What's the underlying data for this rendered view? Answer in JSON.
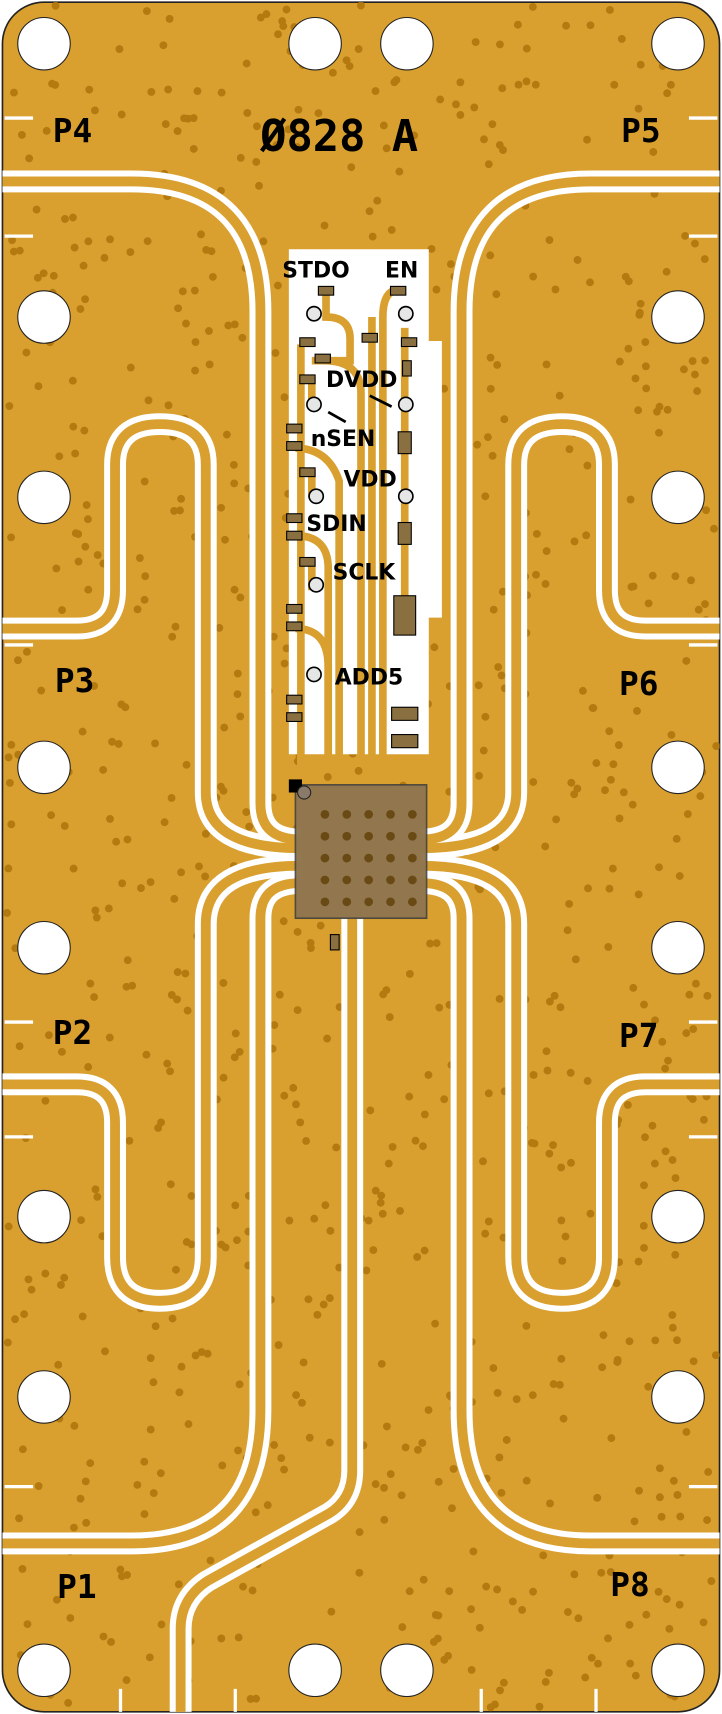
{
  "board": {
    "part_label": "Ø828 A",
    "colors": {
      "copper": "#D9A030",
      "via": "#B47A10",
      "gap": "#FFFFFF",
      "outline": "#222222",
      "chip": "#8A6A3A"
    }
  },
  "ports": {
    "p1": "P1",
    "p2": "P2",
    "p3": "P3",
    "p4": "P4",
    "p5": "P5",
    "p6": "P6",
    "p7": "P7",
    "p8": "P8"
  },
  "signals": {
    "stdo": "STDO",
    "en": "EN",
    "dvdd": "DVDD",
    "nsen": "nSEN",
    "vdd": "VDD",
    "sdin": "SDIN",
    "sclk": "SCLK",
    "add5": "ADD5"
  }
}
